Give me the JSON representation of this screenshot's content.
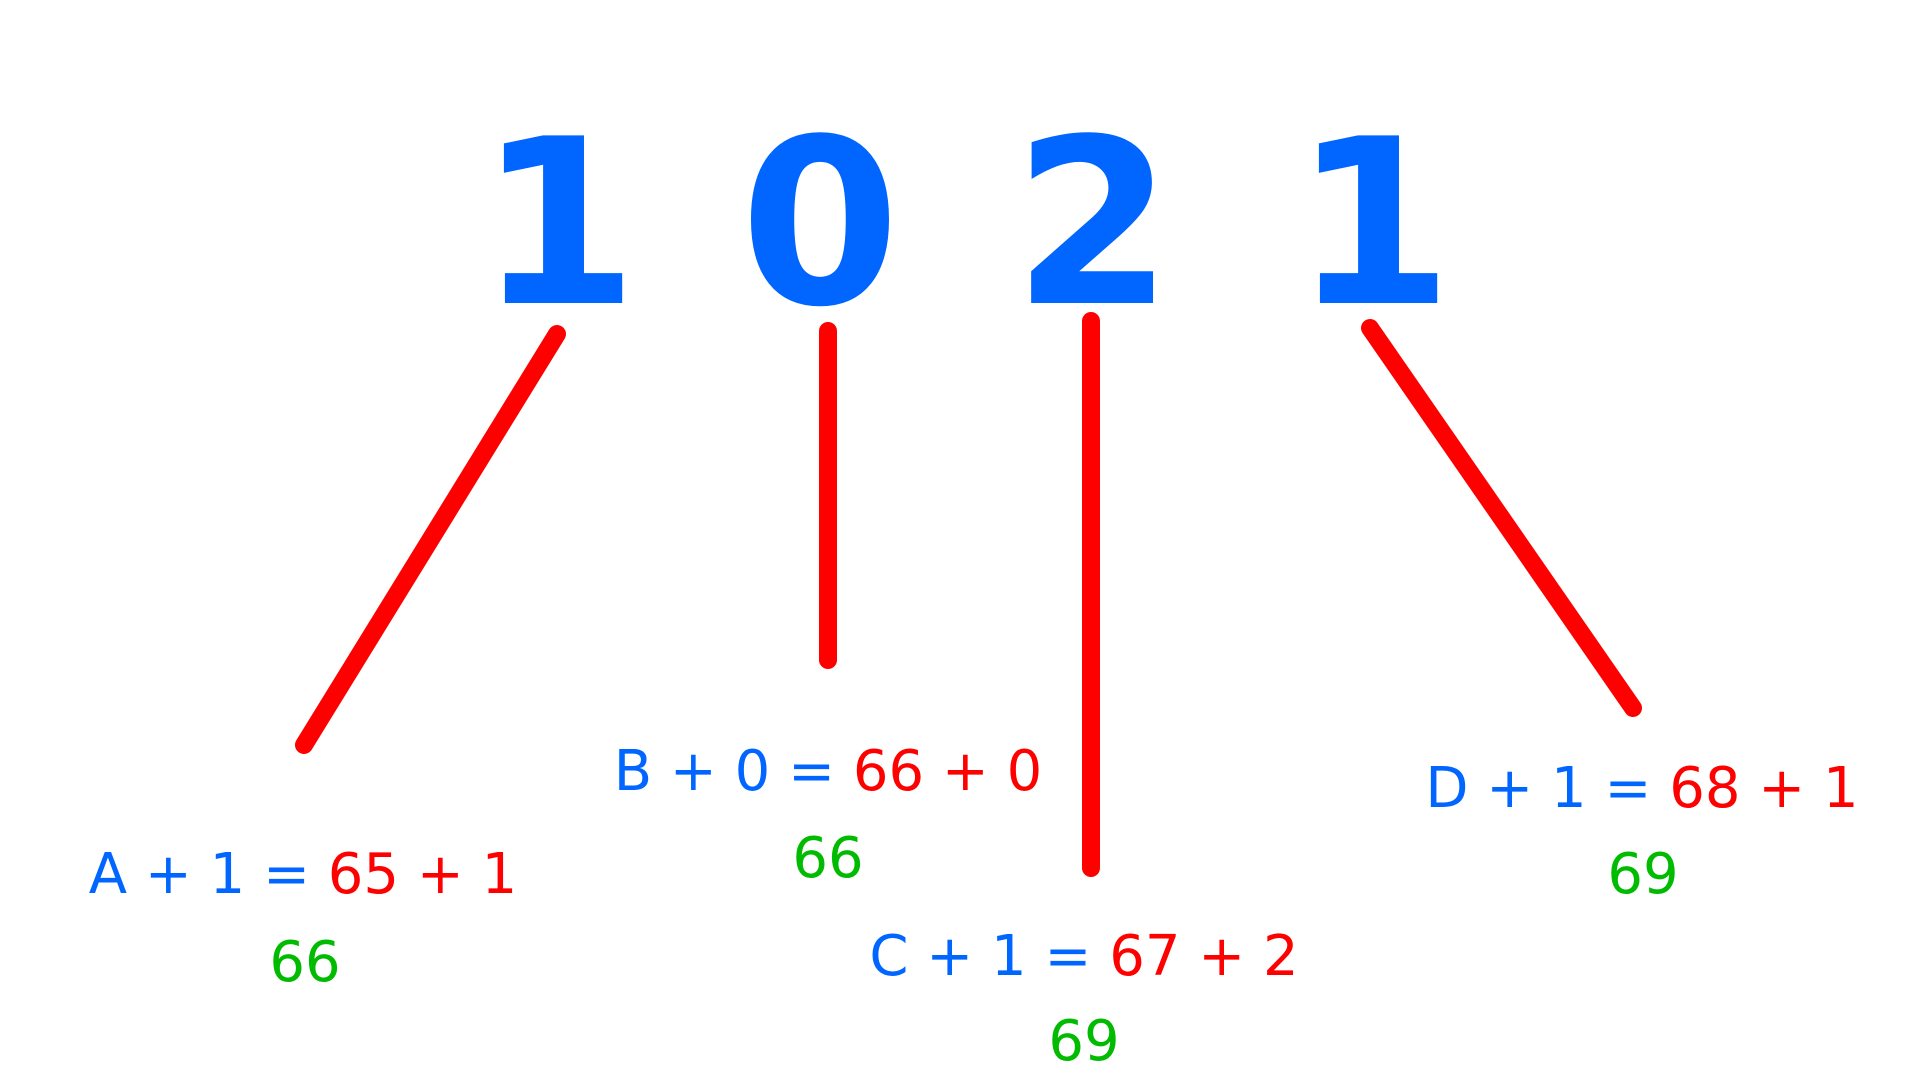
{
  "colors": {
    "digit": "#0066ff",
    "connector": "#ff0000",
    "letter_part": "#0066ff",
    "code_part": "#ff0000",
    "result": "#00bb00"
  },
  "digits": [
    "1",
    "0",
    "2",
    "1"
  ],
  "mappings": [
    {
      "letter": "A",
      "op1": "+",
      "add1": "1",
      "eq": "=",
      "code": "65",
      "op2": "+",
      "add2": "1",
      "result": "66"
    },
    {
      "letter": "B",
      "op1": "+",
      "add1": "0",
      "eq": "=",
      "code": "66",
      "op2": "+",
      "add2": "0",
      "result": "66"
    },
    {
      "letter": "C",
      "op1": "+",
      "add1": "1",
      "eq": "=",
      "code": "67",
      "op2": "+",
      "add2": "2",
      "result": "69"
    },
    {
      "letter": "D",
      "op1": "+",
      "add1": "1",
      "eq": "=",
      "code": "68",
      "op2": "+",
      "add2": "1",
      "result": "69"
    }
  ]
}
